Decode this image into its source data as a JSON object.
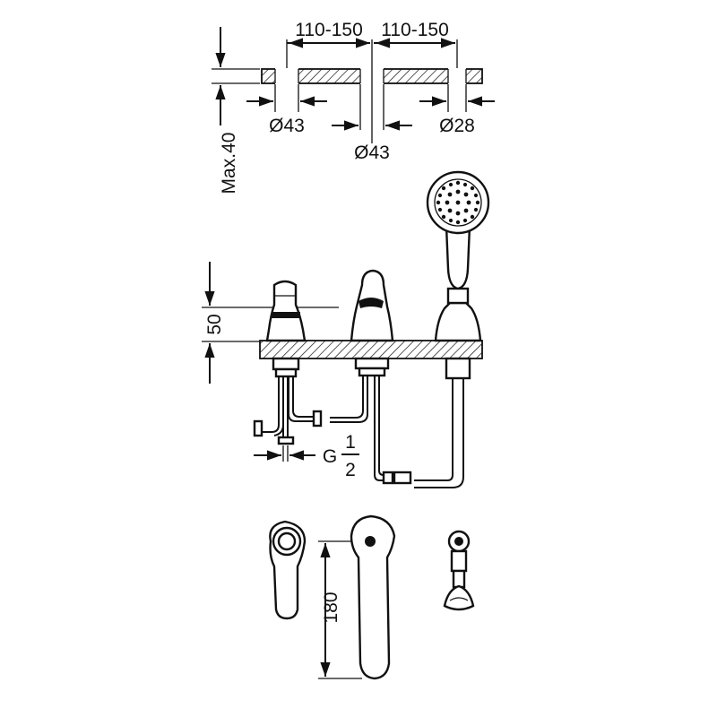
{
  "dimensions": {
    "spacing_left": "110-150",
    "spacing_right": "110-150",
    "hole_left": "Ø43",
    "hole_center": "Ø43",
    "hole_right": "Ø28",
    "max_thickness": "Max.40",
    "height": "50",
    "thread_prefix": "G",
    "thread_numerator": "1",
    "thread_denominator": "2",
    "spout_reach": "180"
  }
}
